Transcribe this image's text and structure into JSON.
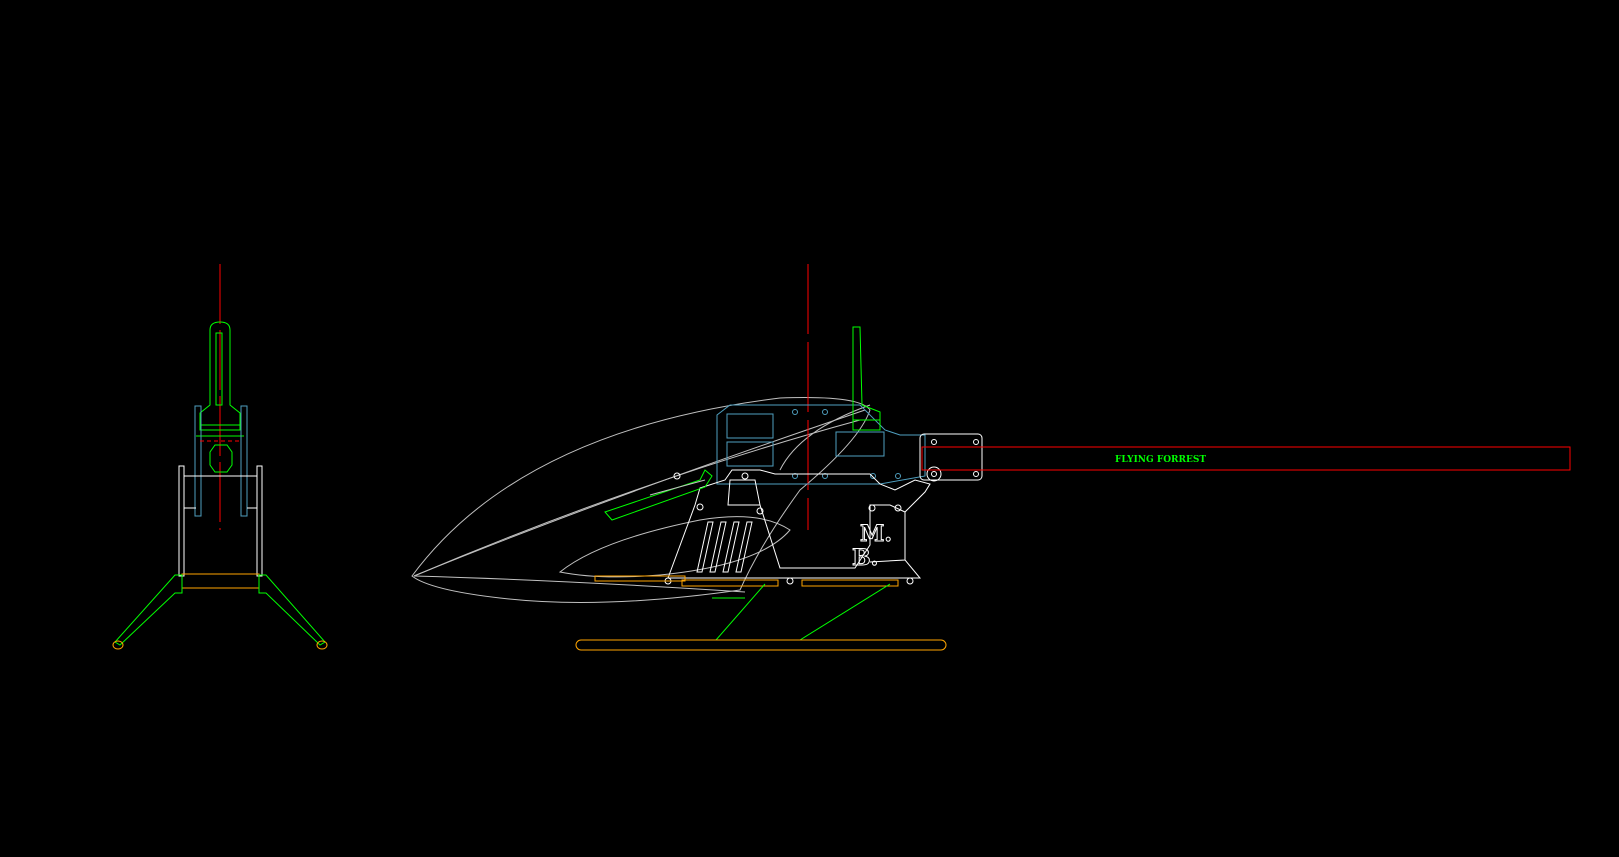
{
  "drawing": {
    "colors": {
      "background": "#000000",
      "white": "#ffffff",
      "green": "#00ff00",
      "red": "#ff0000",
      "cyan": "#4f9fbf",
      "orange": "#ffa500",
      "gray": "#c0c0c0"
    },
    "tail_boom_label": "FLYING FORREST",
    "frame_logo": {
      "line1": "M.",
      "line2": "B."
    }
  }
}
